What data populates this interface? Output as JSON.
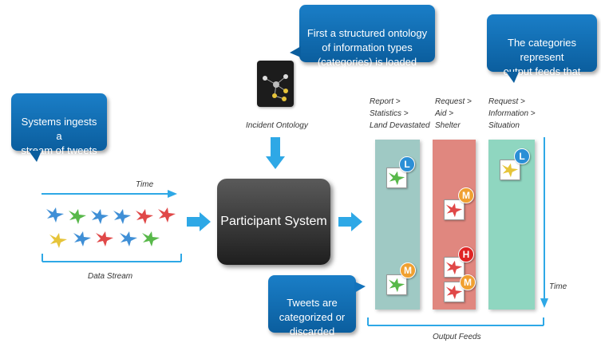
{
  "callouts": {
    "ingest": "Systems ingests a\nstream of tweets\nover time",
    "ontology": "First a structured ontology\nof information types\n(categories) is loaded",
    "categories": "The categories represent\noutput feeds that posts\nmight be sent to",
    "categorized": "Tweets are\ncategorized or\ndiscarded"
  },
  "labels": {
    "time_top": "Time",
    "data_stream": "Data Stream",
    "incident_ontology": "Incident Ontology",
    "participant_system": "Participant System",
    "time_right": "Time",
    "output_feeds": "Output Feeds"
  },
  "feeds": [
    {
      "title": "Report >\nStatistics >\nLand Devastated",
      "color": "#9fc9c4"
    },
    {
      "title": "Request >\nAid >\nShelter",
      "color": "#e0877f"
    },
    {
      "title": "Request >\nInformation >\nSituation",
      "color": "#8fd6c0"
    }
  ],
  "badges": {
    "feed1_top": "L",
    "feed1_bottom": "M",
    "feed2_first": "M",
    "feed2_second": "H",
    "feed2_third": "M",
    "feed3_top": "L"
  },
  "colors": {
    "callout": "#1473bb",
    "arrow": "#2ea8e6",
    "badge_low": "#2b8fd6",
    "badge_medium": "#f0a030",
    "badge_high": "#e02424",
    "bird_blue": "#3f8fd6",
    "bird_green": "#58b84a",
    "bird_red": "#e04848",
    "bird_yellow": "#e6c43a"
  }
}
